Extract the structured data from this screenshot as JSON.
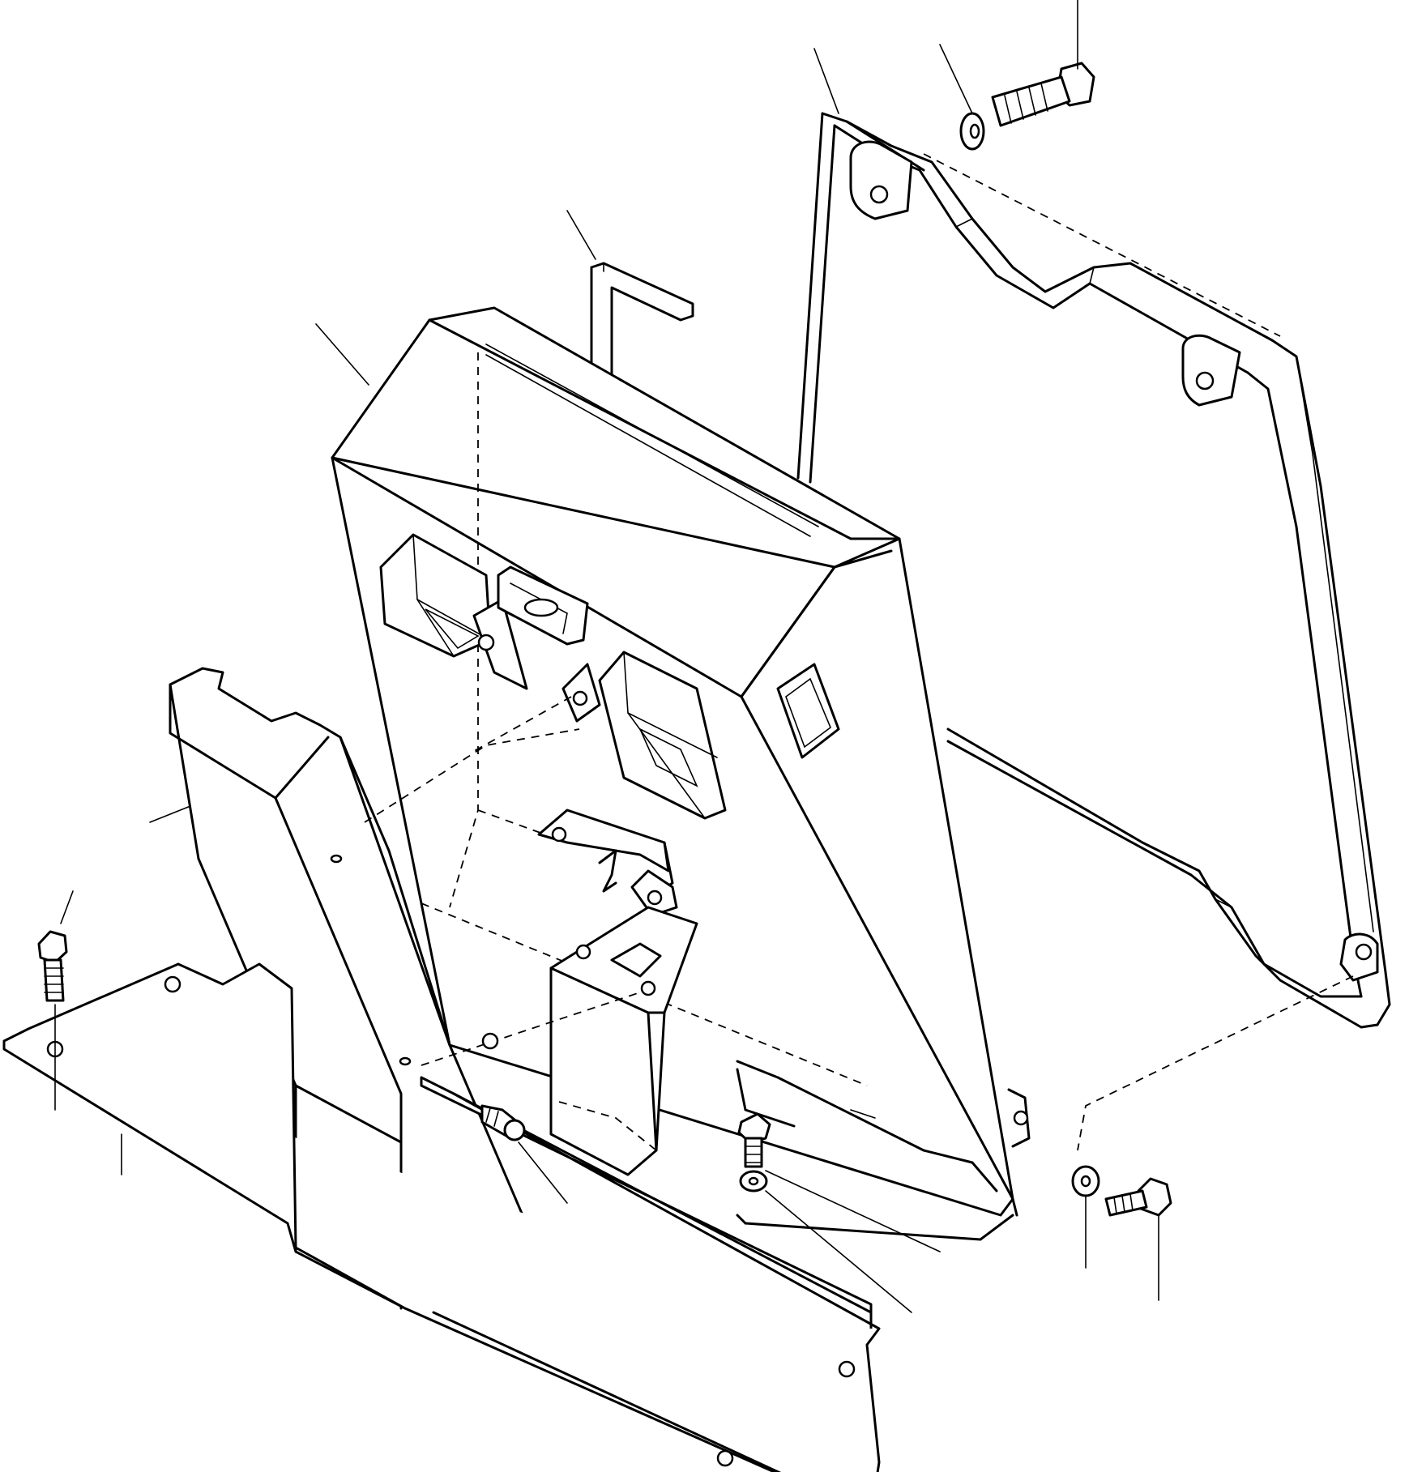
{
  "figure": {
    "kind": "exploded-assembly-drawing",
    "background": "#ffffff",
    "line_color": "#000000",
    "parts": [
      "console-housing",
      "rear-bracket-frame",
      "base-plate",
      "left-support-column",
      "l-handle-rod",
      "hex-bolt-top",
      "washer-top",
      "hex-bolt-left",
      "hex-bolt-right",
      "washer-right",
      "small-bolt-lower",
      "small-bolt-center",
      "washer-center",
      "inner-bracket",
      "switch-block-left",
      "switch-block-right",
      "inner-mount-block"
    ],
    "callout_count": 12
  }
}
